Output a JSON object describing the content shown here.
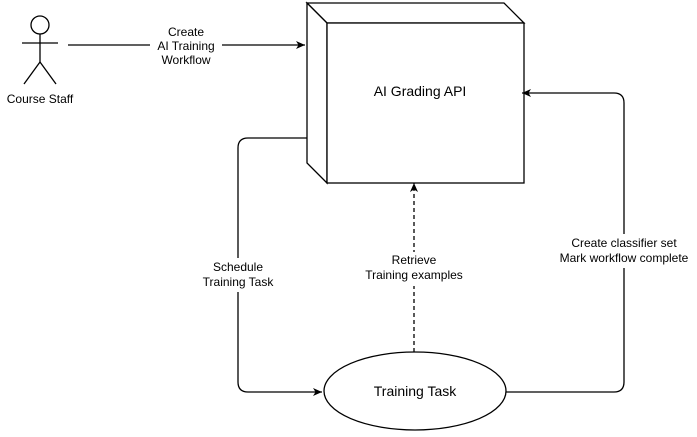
{
  "actor": {
    "label": "Course Staff"
  },
  "nodes": {
    "api": {
      "label": "AI Grading API"
    },
    "task": {
      "label": "Training Task"
    }
  },
  "edges": {
    "create_workflow": {
      "lines": [
        "Create",
        "AI Training",
        "Workflow"
      ]
    },
    "schedule": {
      "lines": [
        "Schedule",
        "Training Task"
      ]
    },
    "retrieve": {
      "lines": [
        "Retrieve",
        "Training examples"
      ]
    },
    "complete": {
      "lines": [
        "Create classifier set",
        "Mark workflow complete"
      ]
    }
  },
  "colors": {
    "stroke": "#000000",
    "fill": "#ffffff"
  }
}
